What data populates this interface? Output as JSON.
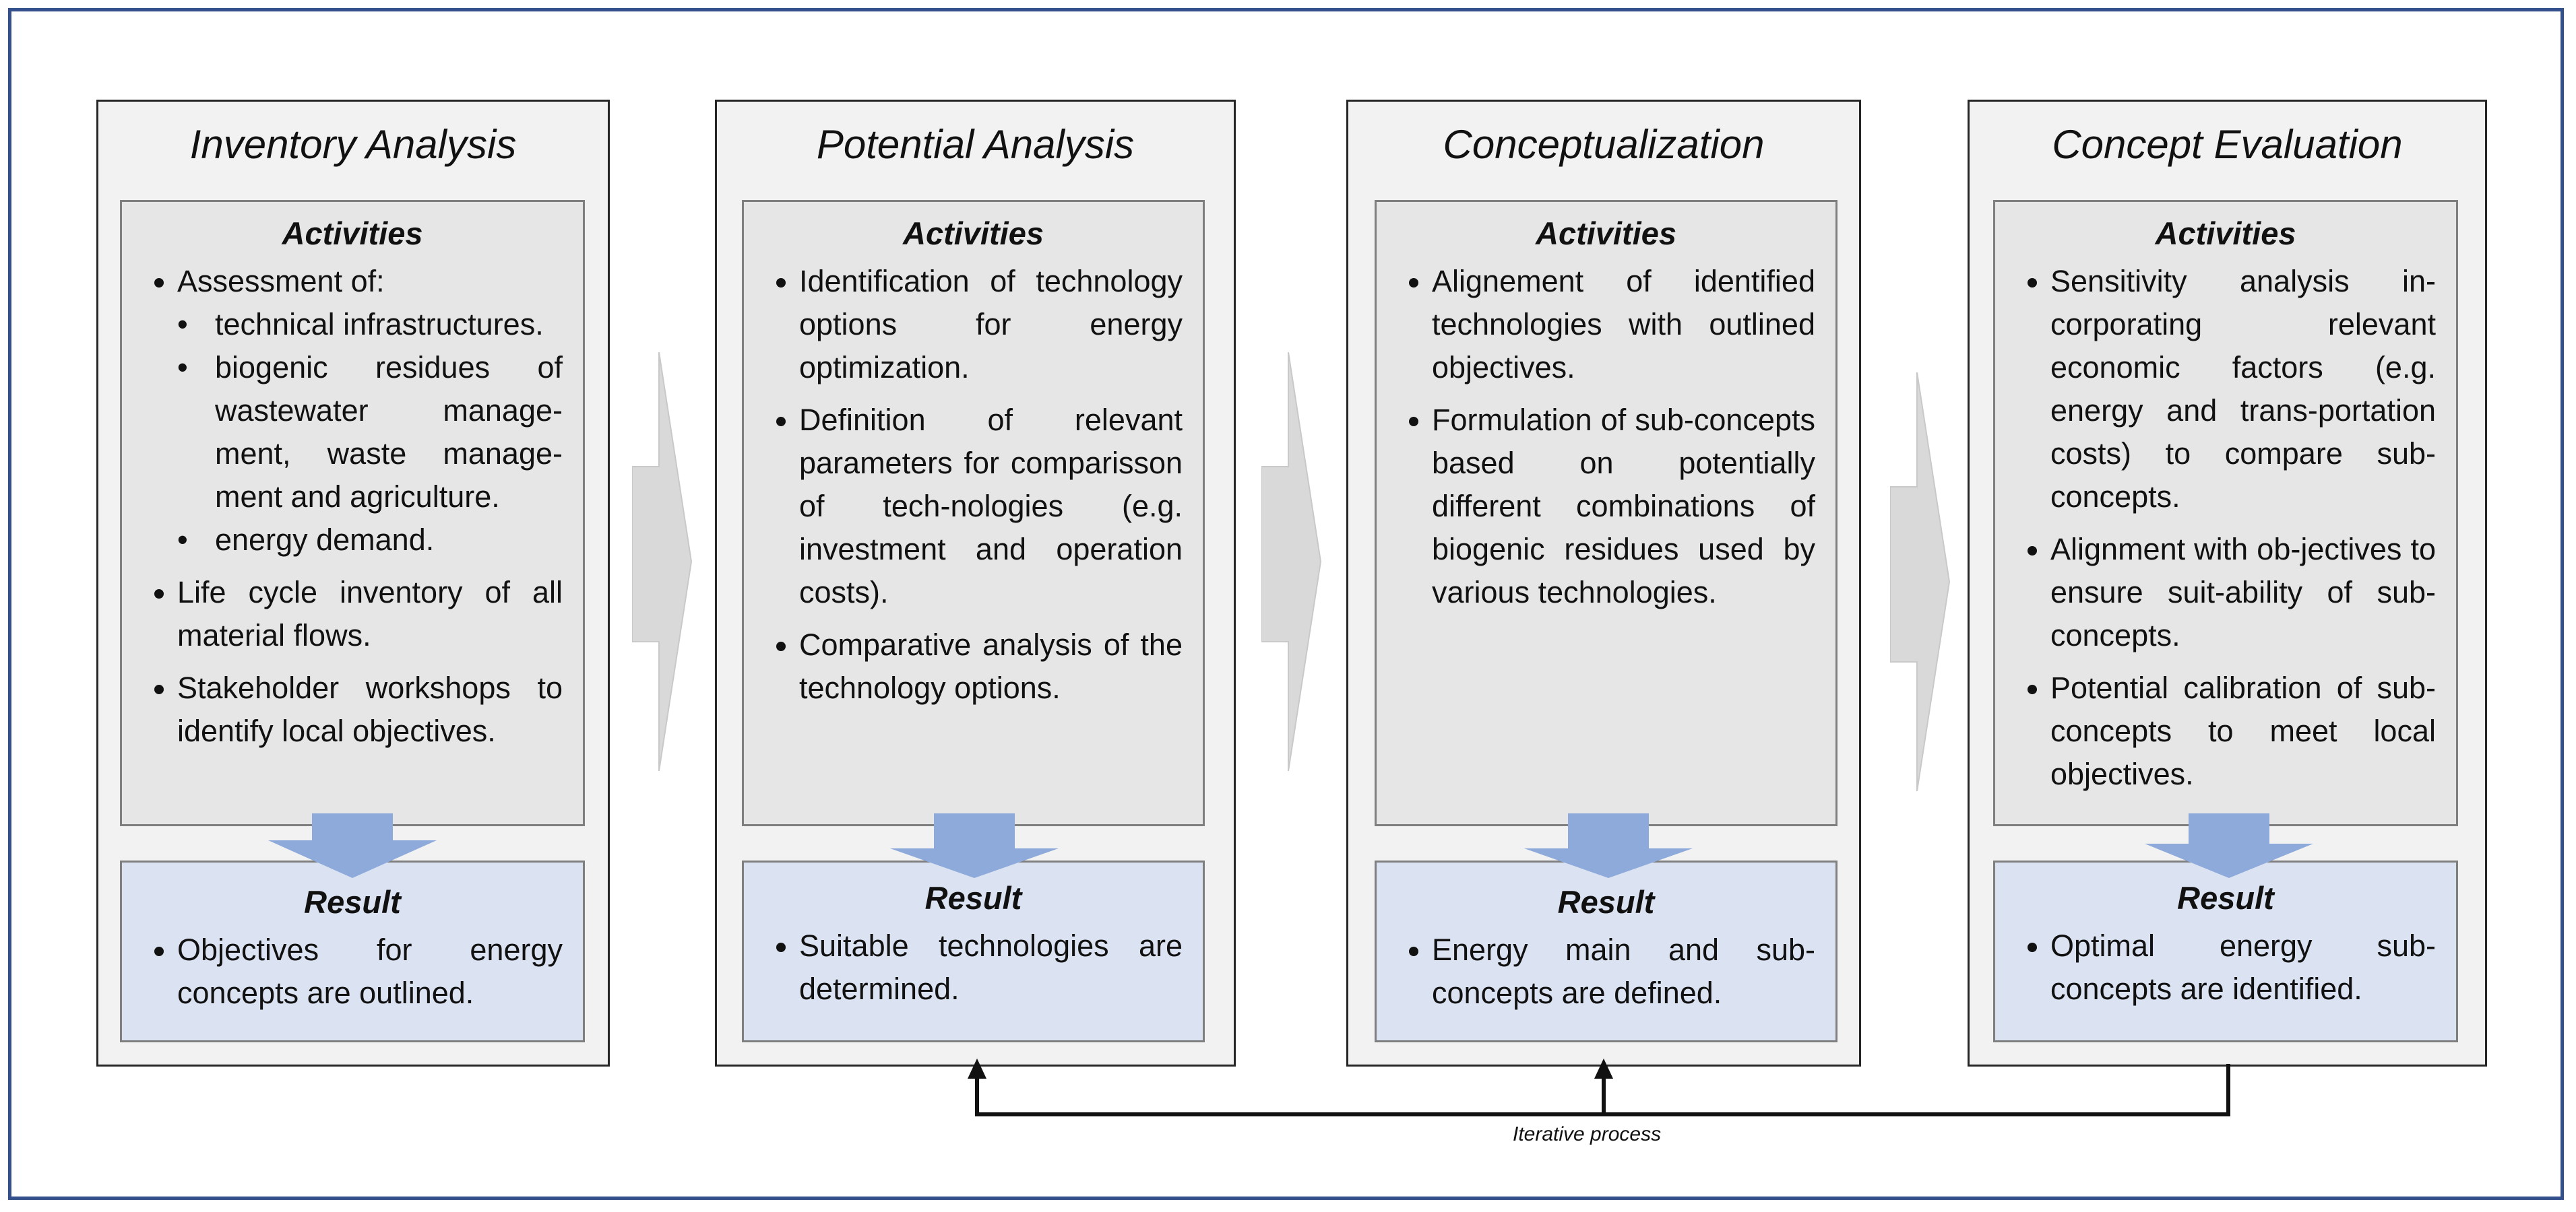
{
  "stages": [
    {
      "title": "Inventory Analysis",
      "activities_heading": "Activities",
      "activities": [
        {
          "text": "Assessment of:",
          "sub": [
            "technical infrastructures.",
            "biogenic residues of wastewater manage-ment, waste manage-ment and agriculture.",
            "energy demand."
          ]
        },
        {
          "text": "Life cycle inventory of all material flows."
        },
        {
          "text": "Stakeholder workshops to identify local objectives."
        }
      ],
      "result_heading": "Result",
      "results": [
        "Objectives for energy concepts are outlined."
      ]
    },
    {
      "title": "Potential Analysis",
      "activities_heading": "Activities",
      "activities": [
        {
          "text": "Identification of technology options for energy optimization."
        },
        {
          "text": "Definition of relevant parameters for comparisson of tech-nologies (e.g. investment and operation costs)."
        },
        {
          "text": "Comparative analysis of the technology options."
        }
      ],
      "result_heading": "Result",
      "results": [
        "Suitable technologies are determined."
      ]
    },
    {
      "title": "Conceptualization",
      "activities_heading": "Activities",
      "activities": [
        {
          "text": "Alignement of identified technologies with outlined objectives."
        },
        {
          "text": "Formulation of sub-concepts based on potentially different combinations of biogenic residues used by various technologies."
        }
      ],
      "result_heading": "Result",
      "results": [
        "Energy main and sub-concepts are defined."
      ]
    },
    {
      "title": "Concept Evaluation",
      "activities_heading": "Activities",
      "activities": [
        {
          "text": "Sensitivity analysis in-corporating relevant economic factors (e.g. energy and trans-portation costs) to compare sub-concepts."
        },
        {
          "text": "Alignment with ob-jectives to ensure suit-ability of sub-concepts."
        },
        {
          "text": "Potential calibration of sub-concepts to meet local objectives."
        }
      ],
      "result_heading": "Result",
      "results": [
        "Optimal energy sub-concepts are identified."
      ]
    }
  ],
  "feedback_label": "Iterative process",
  "colors": {
    "frame": "#34508c",
    "stage_fill": "#f2f2f2",
    "activities_fill": "#e7e6e6",
    "result_fill": "#dbe3f2",
    "down_arrow": "#8eaadb",
    "big_arrow": "#d9d9d9"
  }
}
